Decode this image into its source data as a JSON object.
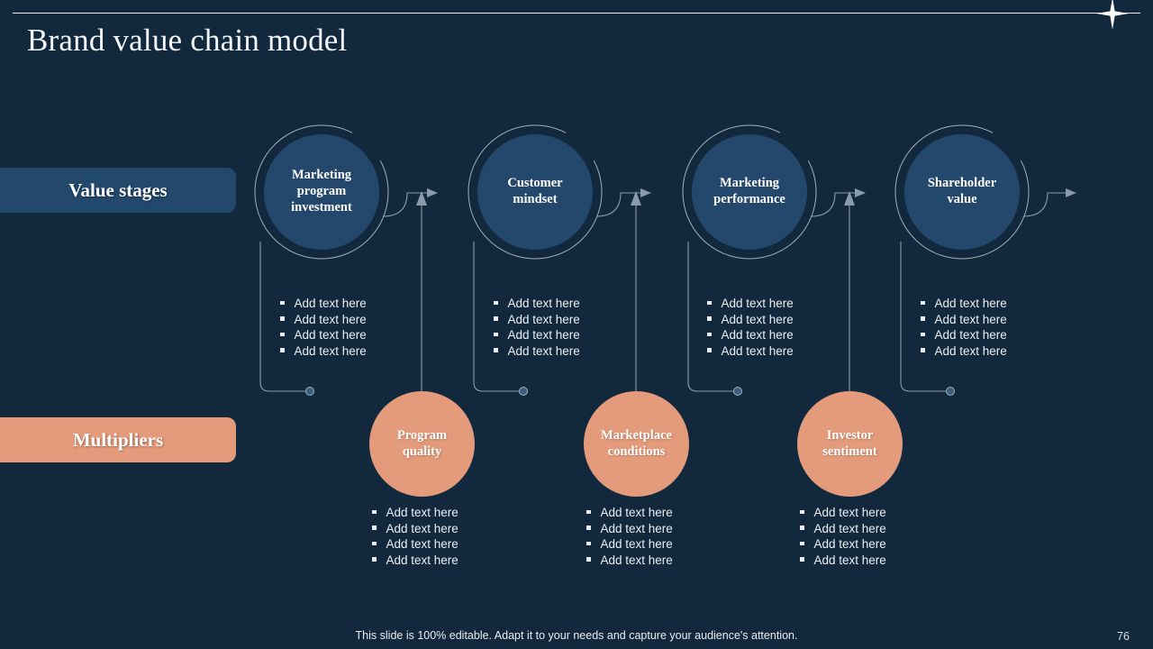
{
  "slide": {
    "title": "Brand value chain model",
    "page_number": "76",
    "footer_note": "This slide is 100% editable. Adapt it to your needs and capture your audience's attention.",
    "background_color": "#12293d",
    "accent_blue": "#24486b",
    "accent_salmon": "#e49b7b",
    "text_color": "#ffffff",
    "connector_color": "#8a9cab",
    "decor_icon": "sparkle-icon"
  },
  "rows": {
    "value_stages_label": "Value stages",
    "multipliers_label": "Multipliers"
  },
  "bullet_text": "Add text here",
  "value_stages": [
    {
      "label": "Marketing program investment",
      "bullets": [
        "Add text here",
        "Add text here",
        "Add text here",
        "Add text here"
      ]
    },
    {
      "label": "Customer mindset",
      "bullets": [
        "Add text here",
        "Add text here",
        "Add text here",
        "Add text here"
      ]
    },
    {
      "label": "Marketing performance",
      "bullets": [
        "Add text here",
        "Add text here",
        "Add text here",
        "Add text here"
      ]
    },
    {
      "label": "Shareholder value",
      "bullets": [
        "Add text here",
        "Add text here",
        "Add text here",
        "Add text here"
      ]
    }
  ],
  "multipliers": [
    {
      "label": "Program quality",
      "bullets": [
        "Add text here",
        "Add text here",
        "Add text here",
        "Add text here"
      ]
    },
    {
      "label": "Marketplace conditions",
      "bullets": [
        "Add text here",
        "Add text here",
        "Add text here",
        "Add text here"
      ]
    },
    {
      "label": "Investor sentiment",
      "bullets": [
        "Add text here",
        "Add text here",
        "Add text here",
        "Add text here"
      ]
    }
  ]
}
